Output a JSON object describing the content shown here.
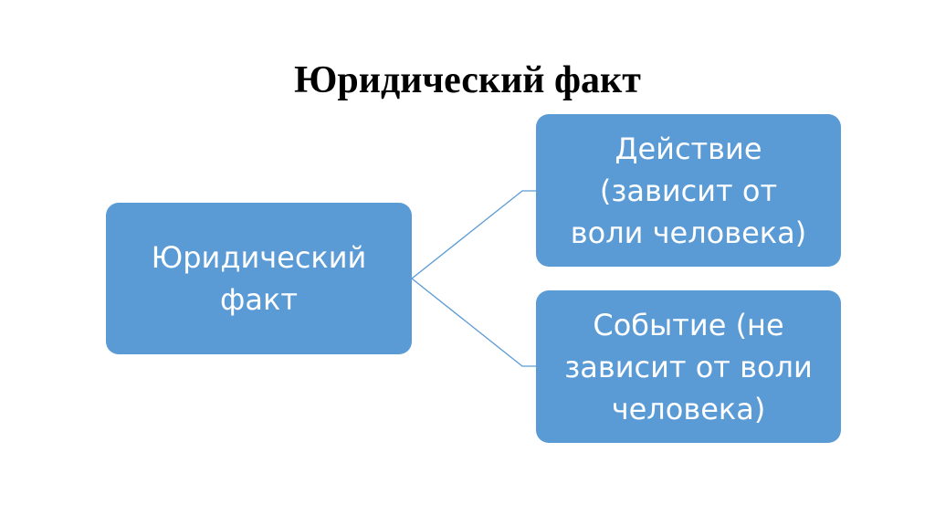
{
  "slide": {
    "title": "Юридический факт"
  },
  "diagram": {
    "root": {
      "label": "Юридический\nфакт"
    },
    "children": [
      {
        "label": "Действие\n(зависит от\nволи человека)"
      },
      {
        "label": "Событие (не\nзависит от воли\nчеловека)"
      }
    ]
  },
  "colors": {
    "box_fill": "#5b9bd5",
    "box_text": "#ffffff",
    "connector": "#5b9bd5",
    "title_text": "#000000"
  }
}
